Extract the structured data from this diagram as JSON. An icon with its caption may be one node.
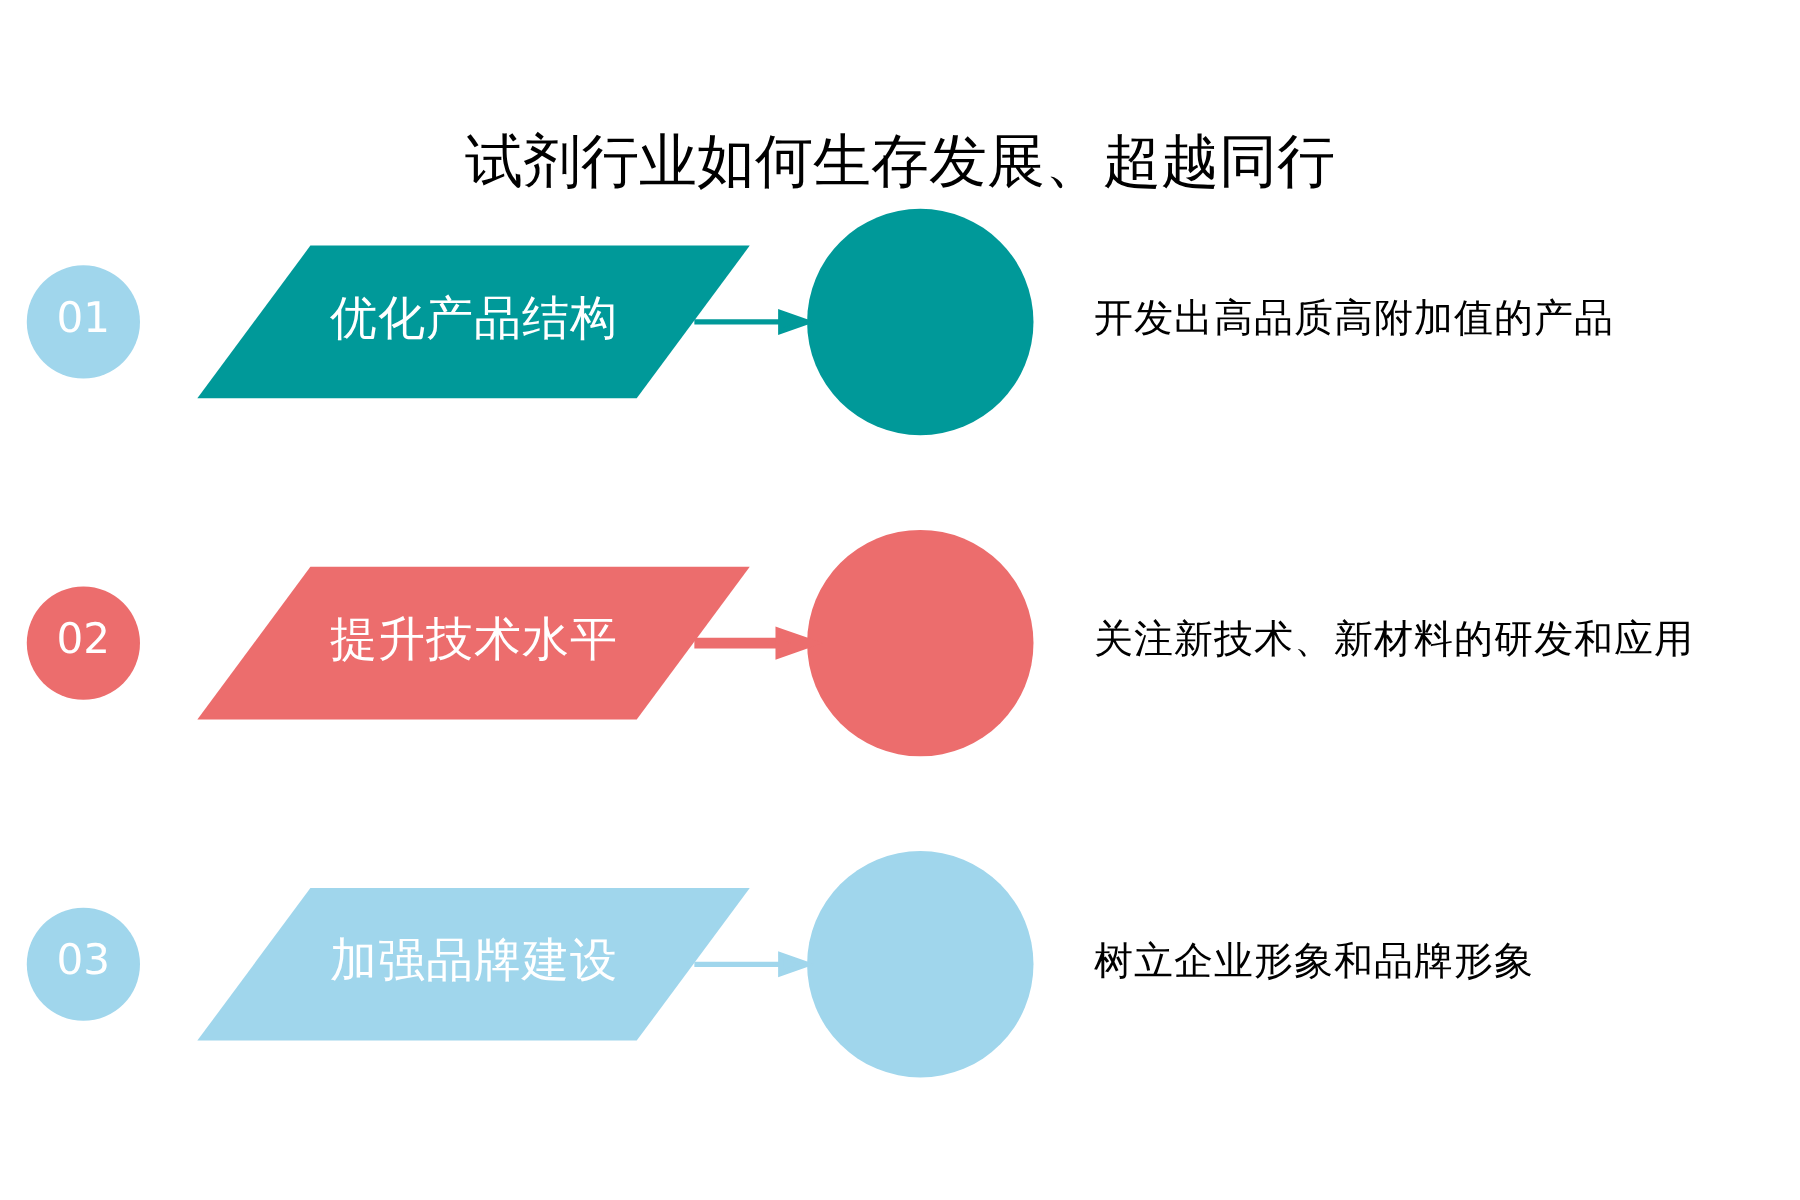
{
  "diagram": {
    "title": "试剂行业如何生存发展、超越同行",
    "nodes": [
      {
        "text": [
          "优化产品结构"
        ]
      },
      {
        "text": [],
        "shape": "circle",
        "beside": [
          "开发出高品质高附加值的产品"
        ]
      },
      {
        "text": [
          "01"
        ]
      },
      {
        "text": [
          "提升技术水平"
        ]
      },
      {
        "text": [],
        "shape": "circle",
        "beside": [
          "关注新技术、新材料的研发和应用"
        ]
      },
      {
        "text": [
          "02"
        ]
      },
      {
        "text": [
          "加强品牌建设"
        ]
      },
      {
        "text": [],
        "shape": "circle",
        "beside": [
          "树立企业形象和品牌形象"
        ]
      },
      {
        "text": [
          "03"
        ]
      }
    ],
    "edges": [
      {
        "from": 0,
        "to": 1,
        "arrow": "to",
        "color": "#009999"
      },
      {
        "from": 3,
        "to": 4,
        "arrow": "to",
        "style": "thick",
        "color": "#ec6d6d"
      },
      {
        "from": 6,
        "to": 7,
        "arrow": "to",
        "color": "#a0d6ec"
      }
    ]
  }
}
